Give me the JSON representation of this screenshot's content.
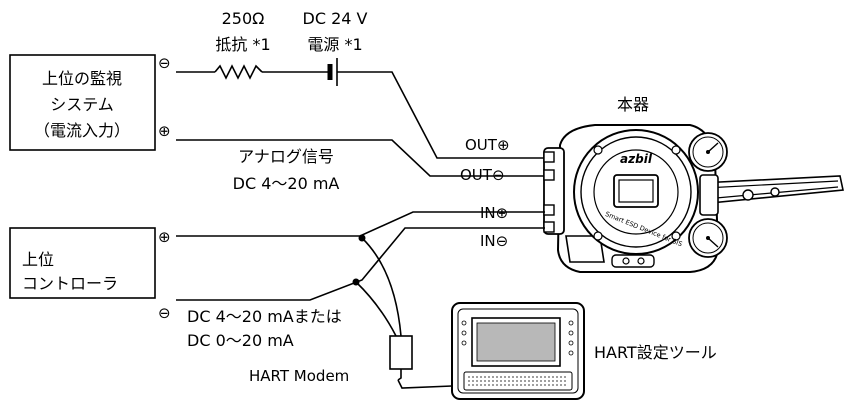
{
  "upper_system": {
    "lines": [
      "上位の監視",
      "システム",
      "（電流入力）"
    ],
    "plus": "⊕",
    "minus": "⊖"
  },
  "resistor": {
    "value": "250Ω",
    "name": "抵抗 *1"
  },
  "power_supply": {
    "value": "DC 24 V",
    "name": "電源 *1"
  },
  "analog_signal": {
    "line1": "アナログ信号",
    "line2": "DC 4～20 mA"
  },
  "device": {
    "title": "本器",
    "brand": "azbil",
    "ring_text": "Smart ESD Device for SIS",
    "terminals": {
      "out_plus": "OUT⊕",
      "out_minus": "OUT⊖",
      "in_plus": "IN⊕",
      "in_minus": "IN⊖"
    }
  },
  "controller": {
    "lines": [
      "上位",
      "コントローラ"
    ],
    "plus": "⊕",
    "minus": "⊖"
  },
  "input_signal": {
    "line1": "DC 4～20 mAまたは",
    "line2": "DC 0～20 mA"
  },
  "modem": {
    "label": "HART Modem"
  },
  "tool": {
    "label": "HART設定ツール"
  }
}
